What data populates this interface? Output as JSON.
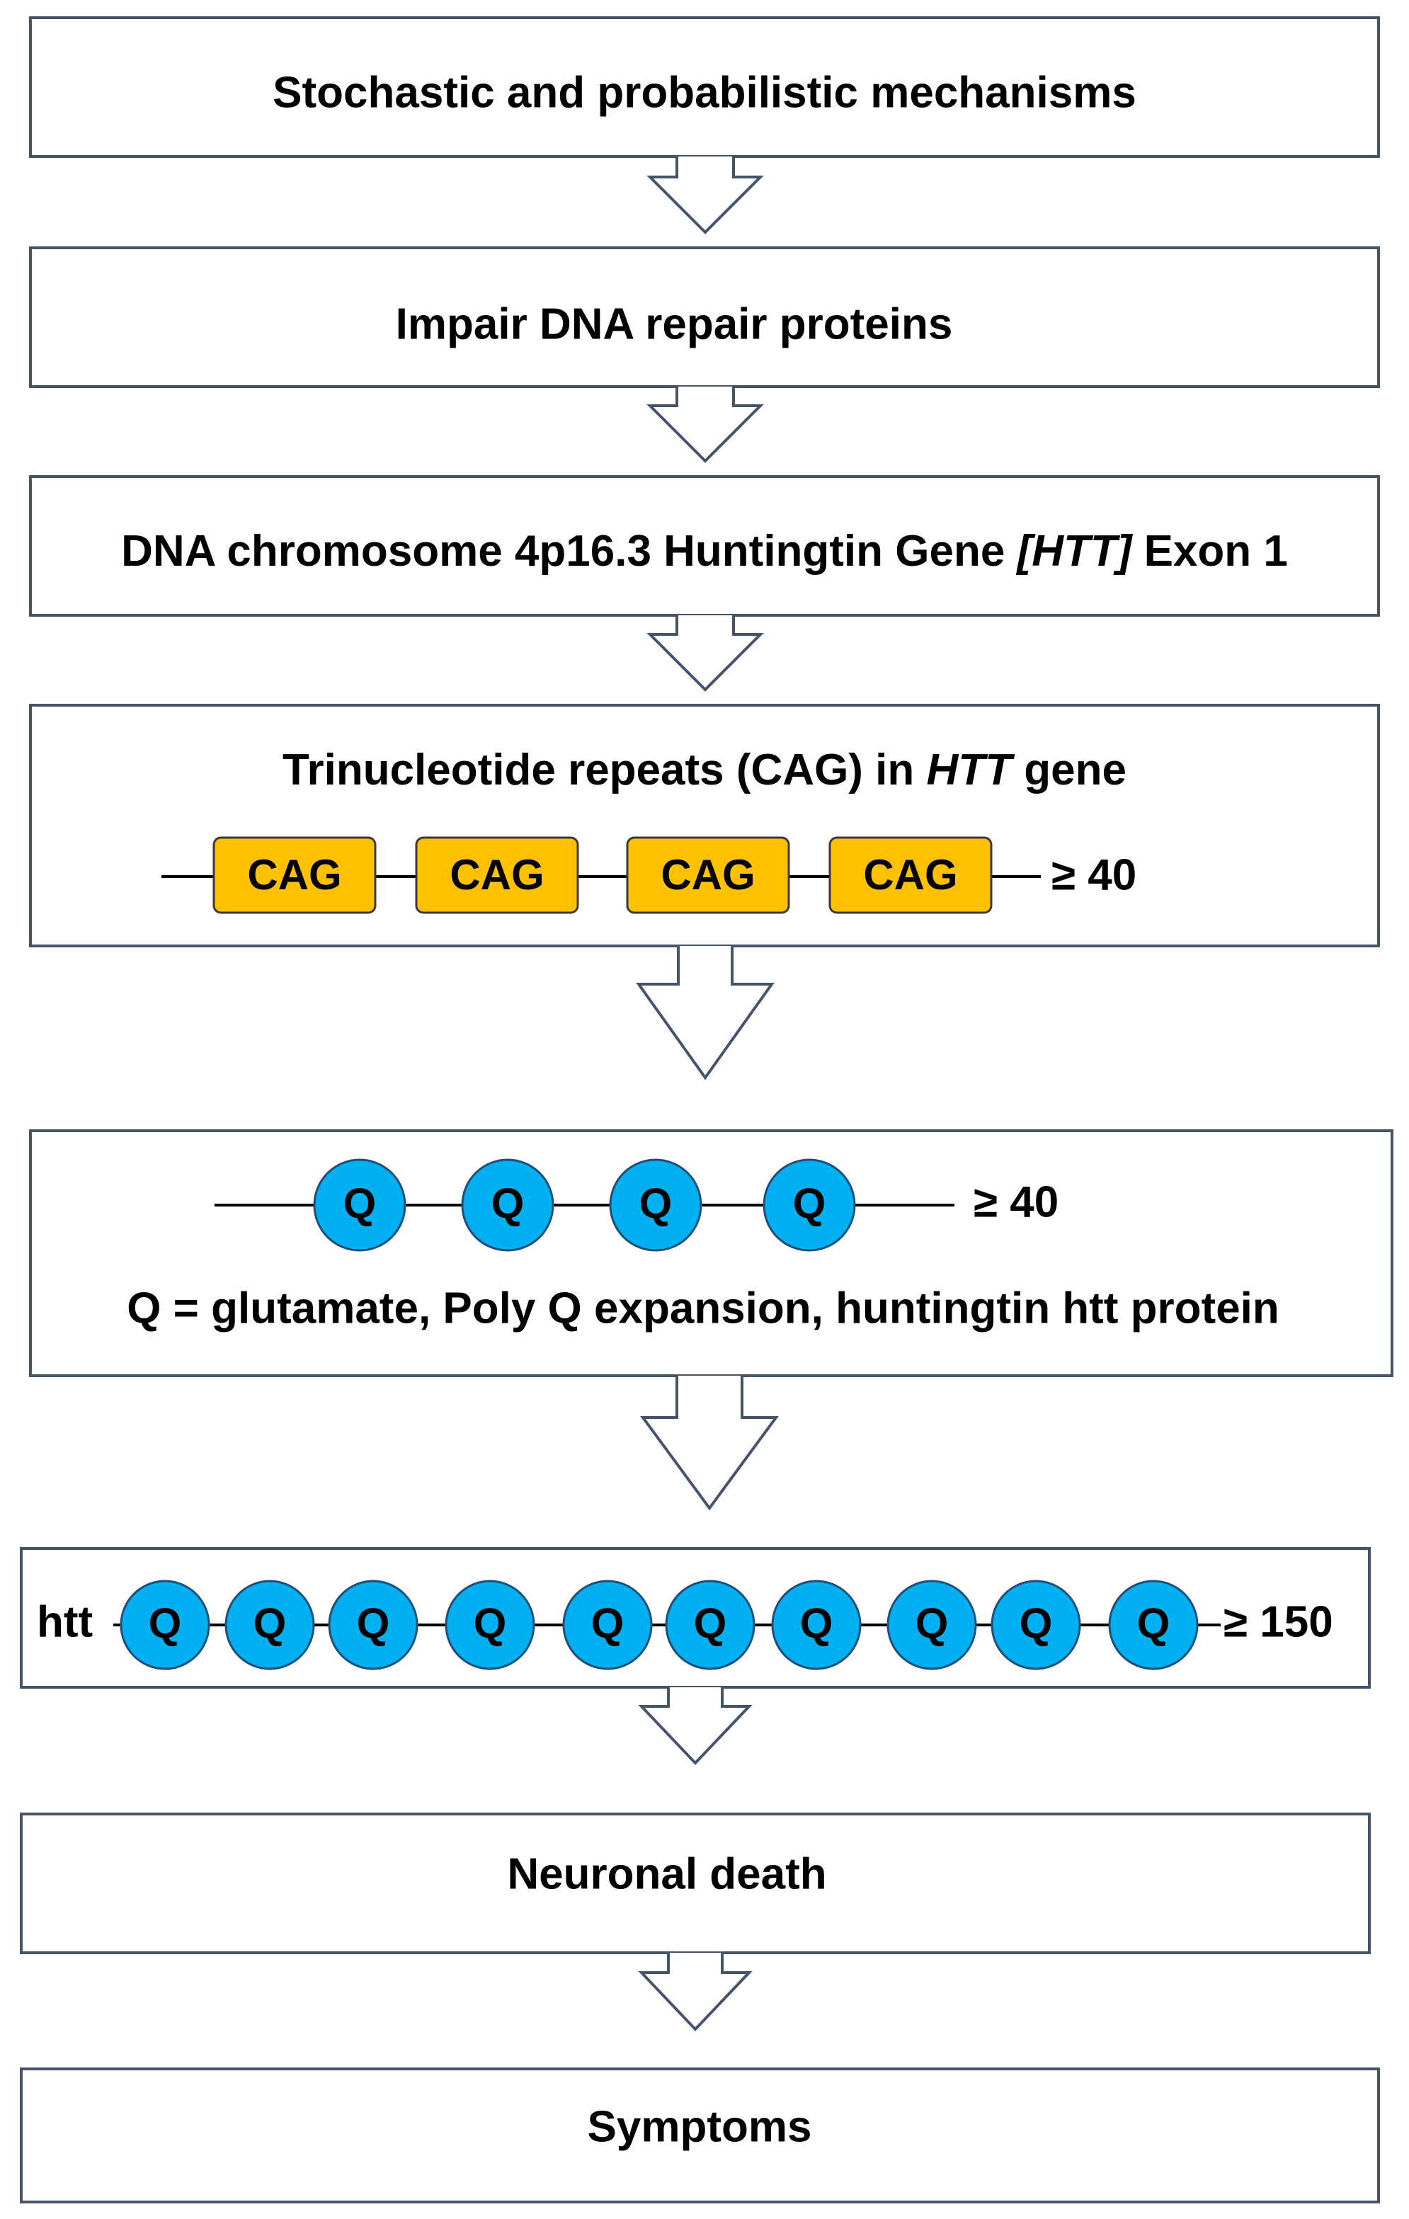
{
  "boxes": {
    "stochastic": "Stochastic and probabilistic mechanisms",
    "impair": "Impair DNA repair proteins",
    "dna_prefix": "DNA chromosome 4p16.3 Huntingtin Gene ",
    "dna_italic": "[HTT]",
    "dna_suffix": " Exon 1",
    "trinuc_prefix": "Trinucleotide repeats (CAG) in ",
    "trinuc_italic": "HTT",
    "trinuc_suffix": " gene",
    "cag_label": "CAG",
    "cag_count": "≥  40",
    "q_label": "Q",
    "q_count": "≥  40",
    "q_caption": "Q = glutamate, Poly Q expansion, huntingtin htt protein",
    "htt_label": "htt",
    "htt_count": "≥ 150",
    "neuronal": "Neuronal death",
    "symptoms": "Symptoms"
  },
  "colors": {
    "cag_fill": "#ffc000",
    "q_fill": "#00b0f0",
    "box_stroke": "#46546a"
  }
}
